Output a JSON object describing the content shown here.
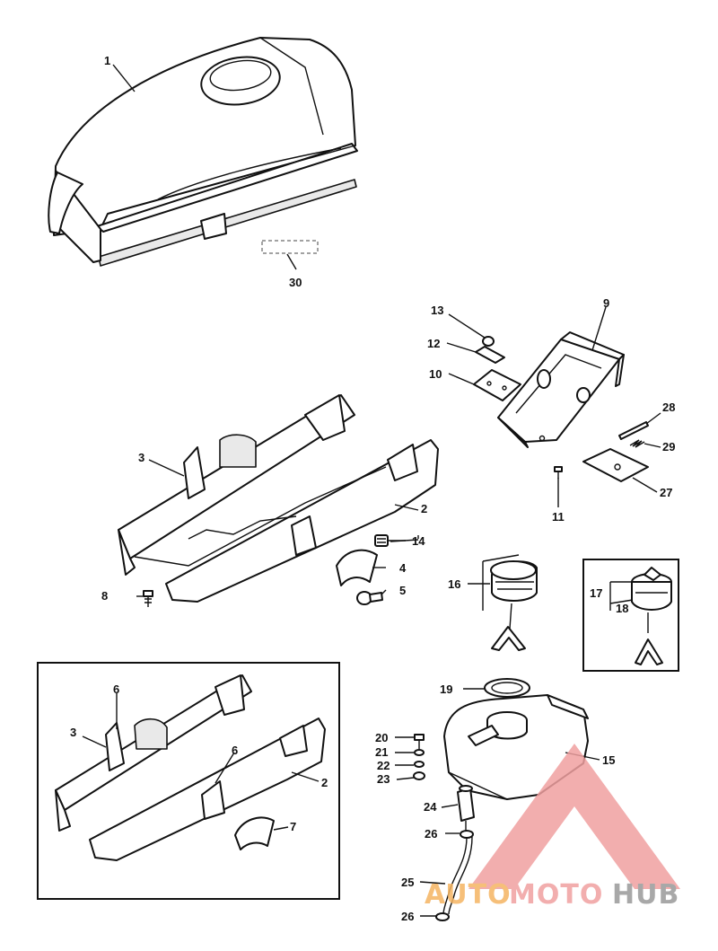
{
  "diagram": {
    "callouts": {
      "c1": "1",
      "c2a": "2",
      "c2b": "2",
      "c3a": "3",
      "c3b": "3",
      "c4": "4",
      "c5": "5",
      "c6a": "6",
      "c6b": "6",
      "c7": "7",
      "c8": "8",
      "c9": "9",
      "c10": "10",
      "c11": "11",
      "c12": "12",
      "c13": "13",
      "c14": "14",
      "c15": "15",
      "c16": "16",
      "c17": "17",
      "c18": "18",
      "c19": "19",
      "c20": "20",
      "c21": "21",
      "c22": "22",
      "c23": "23",
      "c24": "24",
      "c25": "25",
      "c26a": "26",
      "c26b": "26",
      "c27": "27",
      "c28": "28",
      "c29": "29",
      "c30": "30"
    }
  },
  "watermark": {
    "word_auto": "AUTO",
    "word_moto": "MOTO",
    "word_hub": "HUB",
    "color_accent": "#f0a0a0",
    "color_orange": "#f5b562",
    "color_gray": "#9a9a9a"
  }
}
